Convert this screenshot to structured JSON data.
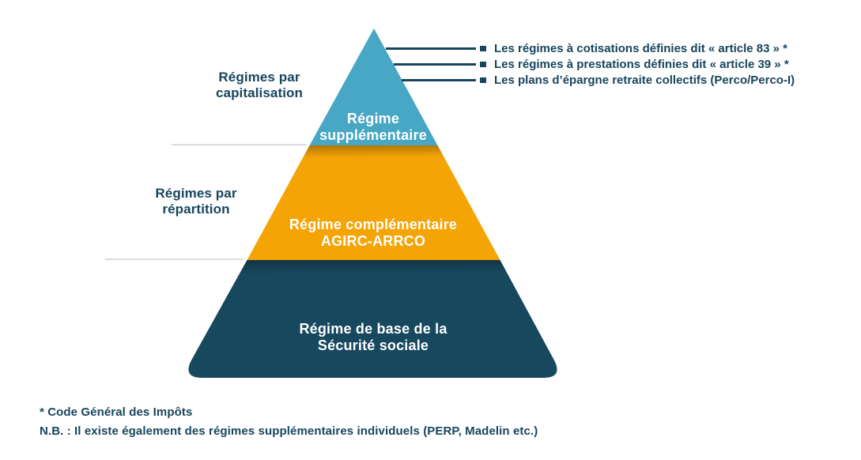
{
  "colors": {
    "teal": "#47A7C4",
    "orange": "#F5A405",
    "navy": "#17485E",
    "text": "#17455E",
    "divider": "#DCDCDC",
    "tier-label": "#FFFFFF",
    "bg": "#FFFFFF"
  },
  "pyramid": {
    "tiers": [
      {
        "id": "regime-supplementaire",
        "label_lines": [
          "Régime",
          "supplémentaire"
        ],
        "color": "#47A7C4",
        "funding_type": "capitalisation"
      },
      {
        "id": "regime-complementaire",
        "label_lines": [
          "Régime complémentaire",
          "AGIRC-ARRCO"
        ],
        "color": "#F5A405",
        "funding_type": "répartition"
      },
      {
        "id": "regime-de-base",
        "label_lines": [
          "Régime de base de la",
          "Sécurité sociale"
        ],
        "color": "#17485E",
        "funding_type": "répartition"
      }
    ]
  },
  "side_labels": [
    {
      "id": "capitalisation",
      "lines": [
        "Régimes par",
        "capitalisation"
      ]
    },
    {
      "id": "repartition",
      "lines": [
        "Régimes par",
        "répartition"
      ]
    }
  ],
  "callouts": [
    "Les régimes à cotisations définies dit « article 83 » *",
    "Les régimes à prestations définies dit « article 39 » *",
    "Les plans d’épargne retraite collectifs (Perco/Perco-I)"
  ],
  "footnotes": [
    "* Code Général des Impôts",
    "N.B. : Il existe également des régimes supplémentaires individuels (PERP, Madelin etc.)"
  ]
}
